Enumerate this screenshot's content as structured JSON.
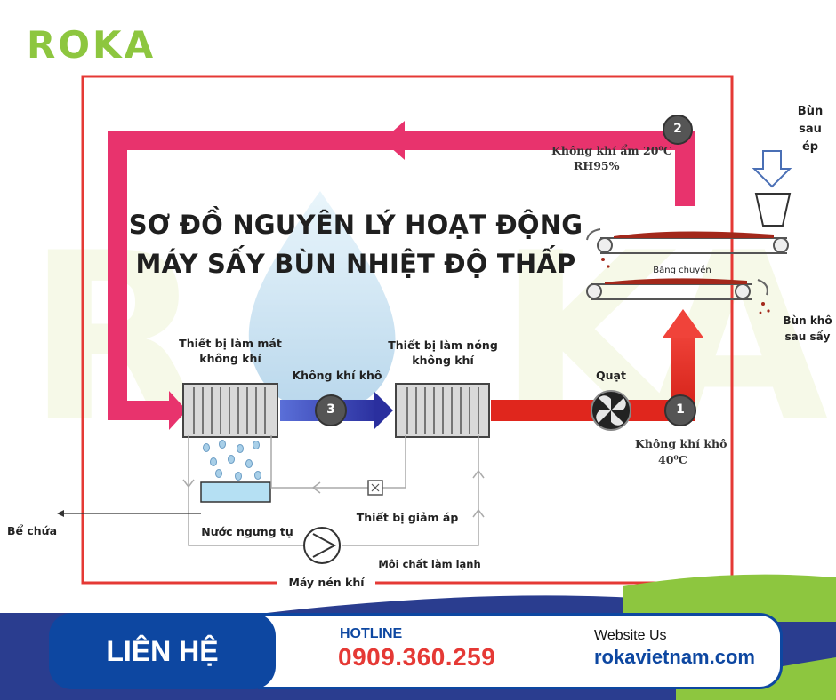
{
  "brand": {
    "logo_text": "ROKA"
  },
  "title": {
    "line1": "SƠ ĐỒ NGUYÊN LÝ HOẠT ĐỘNG",
    "line2": "MÁY SẤY BÙN NHIỆT ĐỘ THẤP"
  },
  "nodes": {
    "n1": "1",
    "n2": "2",
    "n3": "3"
  },
  "labels": {
    "humid_air_line1": "Không khí ẩm 20⁰C",
    "humid_air_line2": "RH95%",
    "sludge_pressed": "Bùn sau ép",
    "conveyor": "Băng chuyền",
    "sludge_dry": "Bùn khô sau sấy",
    "cooler": "Thiết bị làm mát không khí",
    "heater": "Thiết bị làm nóng không khí",
    "dry_air_mid": "Không khí khô",
    "fan": "Quạt",
    "dry_air_line1": "Không khí khô",
    "dry_air_line2": "40⁰C",
    "tank": "Bể chứa",
    "pressure_valve": "Thiết bị giảm áp",
    "condensate": "Nước ngưng tụ",
    "refrigerant": "Môi chất làm lạnh",
    "compressor": "Máy nén khí"
  },
  "contact": {
    "heading": "LIÊN HỆ",
    "hotline_label": "HOTLINE",
    "hotline_number": "0909.360.259",
    "website_label": "Website Us",
    "website_url": "rokavietnam.com"
  },
  "colors": {
    "brand_green": "#8dc63f",
    "brand_blue": "#0d47a1",
    "frame_red": "#e53935",
    "pink_duct": "#e8336d",
    "red_duct": "#e0261d",
    "blue_duct": "#2e33a8"
  }
}
